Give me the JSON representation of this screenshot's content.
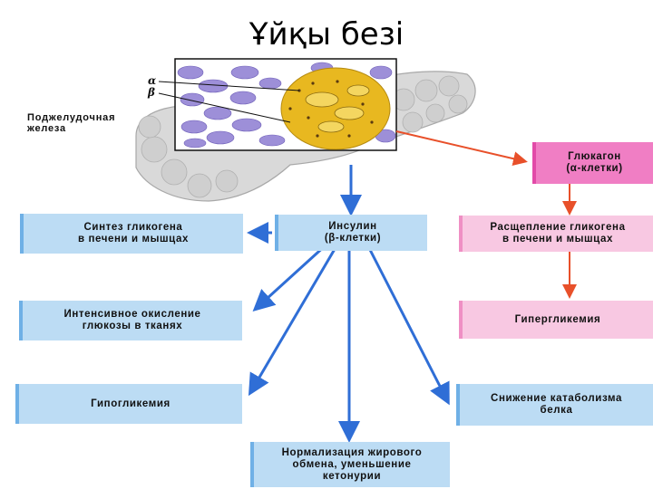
{
  "title": "Ұйқы безі",
  "pancreas_label": "Поджелудочная\nжелеза",
  "alpha_label": "α",
  "beta_label": "β",
  "boxes": {
    "glucagon": "Глюкагон\n(α-клетки)",
    "insulin": "Инсулин\n(β-клетки)",
    "glycogen_synthesis": "Синтез гликогена\nв печени и мышцах",
    "glycogen_breakdown": "Расщепление гликогена\nв печени и мышцах",
    "glucose_oxidation": "Интенсивное окисление\nглюкозы в тканях",
    "hyperglycemia": "Гипергликемия",
    "hypoglycemia": "Гипогликемия",
    "protein_catabolism": "Снижение катаболизма\nбелка",
    "fat_metabolism": "Нормализация жирового\nобмена, уменьшение\nкетонурии"
  },
  "colors": {
    "blue_box": "#bcdcf4",
    "pink_box": "#f8c8e2",
    "glucagon_box": "#f07ec4",
    "blue_arrow": "#2f6ed6",
    "red_arrow": "#e8502a",
    "islet": "#e8b820",
    "acinar_cells": "#9d8fd8"
  }
}
